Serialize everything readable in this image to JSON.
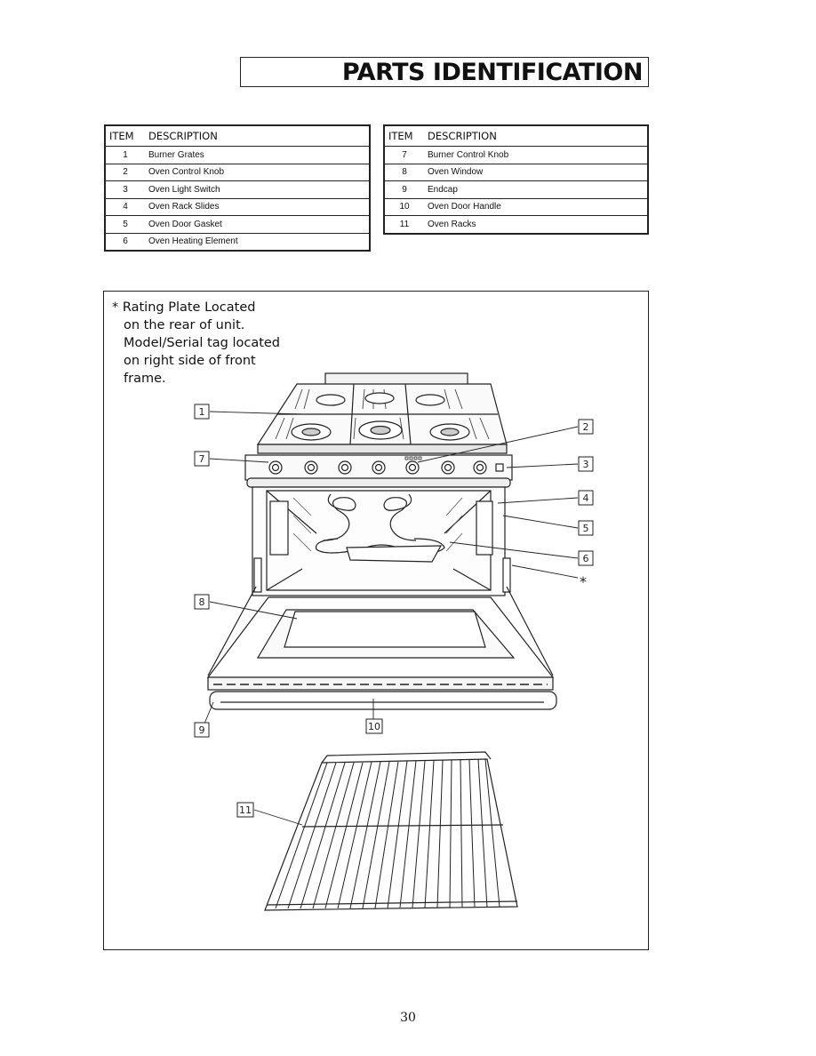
{
  "page": {
    "title": "PARTS IDENTIFICATION",
    "page_number": "30"
  },
  "tables": {
    "header_item": "ITEM",
    "header_description": "DESCRIPTION",
    "left": [
      {
        "item": "1",
        "description": "Burner Grates"
      },
      {
        "item": "2",
        "description": "Oven Control Knob"
      },
      {
        "item": "3",
        "description": "Oven Light Switch"
      },
      {
        "item": "4",
        "description": "Oven Rack Slides"
      },
      {
        "item": "5",
        "description": "Oven Door Gasket"
      },
      {
        "item": "6",
        "description": "Oven Heating Element"
      }
    ],
    "right": [
      {
        "item": "7",
        "description": "Burner Control Knob"
      },
      {
        "item": "8",
        "description": "Oven Window"
      },
      {
        "item": "9",
        "description": "Endcap"
      },
      {
        "item": "10",
        "description": "Oven Door Handle"
      },
      {
        "item": "11",
        "description": "Oven Racks"
      }
    ]
  },
  "diagram": {
    "note_lines": [
      "* Rating Plate Located",
      "on the rear of unit.",
      "Model/Serial tag located",
      "on right side of front",
      "frame."
    ],
    "callouts": [
      "1",
      "2",
      "3",
      "4",
      "5",
      "6",
      "7",
      "8",
      "9",
      "10",
      "11",
      "*"
    ]
  }
}
